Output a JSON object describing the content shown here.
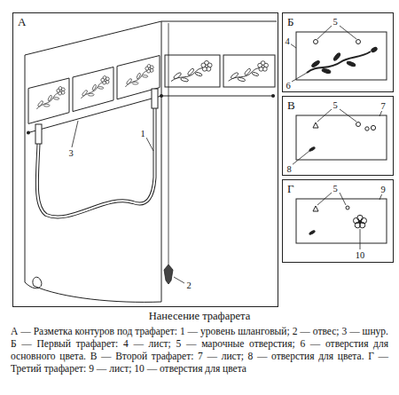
{
  "diagram": {
    "title": "Нанесение трафарета",
    "caption": "А — Разметка контуров под трафарет: 1 — уровень шланговый; 2 — отвес; 3 — шнур. Б — Первый трафарет: 4 — лист; 5 — марочные отверстия; 6 — отверстия для основного цвета. В — Второй трафарет: 7 — лист; 8 — отверстия для цвета. Г — Третий трафарет: 9 — лист; 10 — отверстия для цвета",
    "nodes": [
      {
        "text": [
          "А"
        ]
      },
      {
        "text": [
          "Б"
        ]
      },
      {
        "text": [
          "В"
        ]
      },
      {
        "text": [
          "Г"
        ]
      }
    ],
    "labels": [
      "1",
      "2",
      "3",
      "5",
      "4",
      "6",
      "5",
      "7",
      "8",
      "5",
      "9",
      "10"
    ]
  }
}
